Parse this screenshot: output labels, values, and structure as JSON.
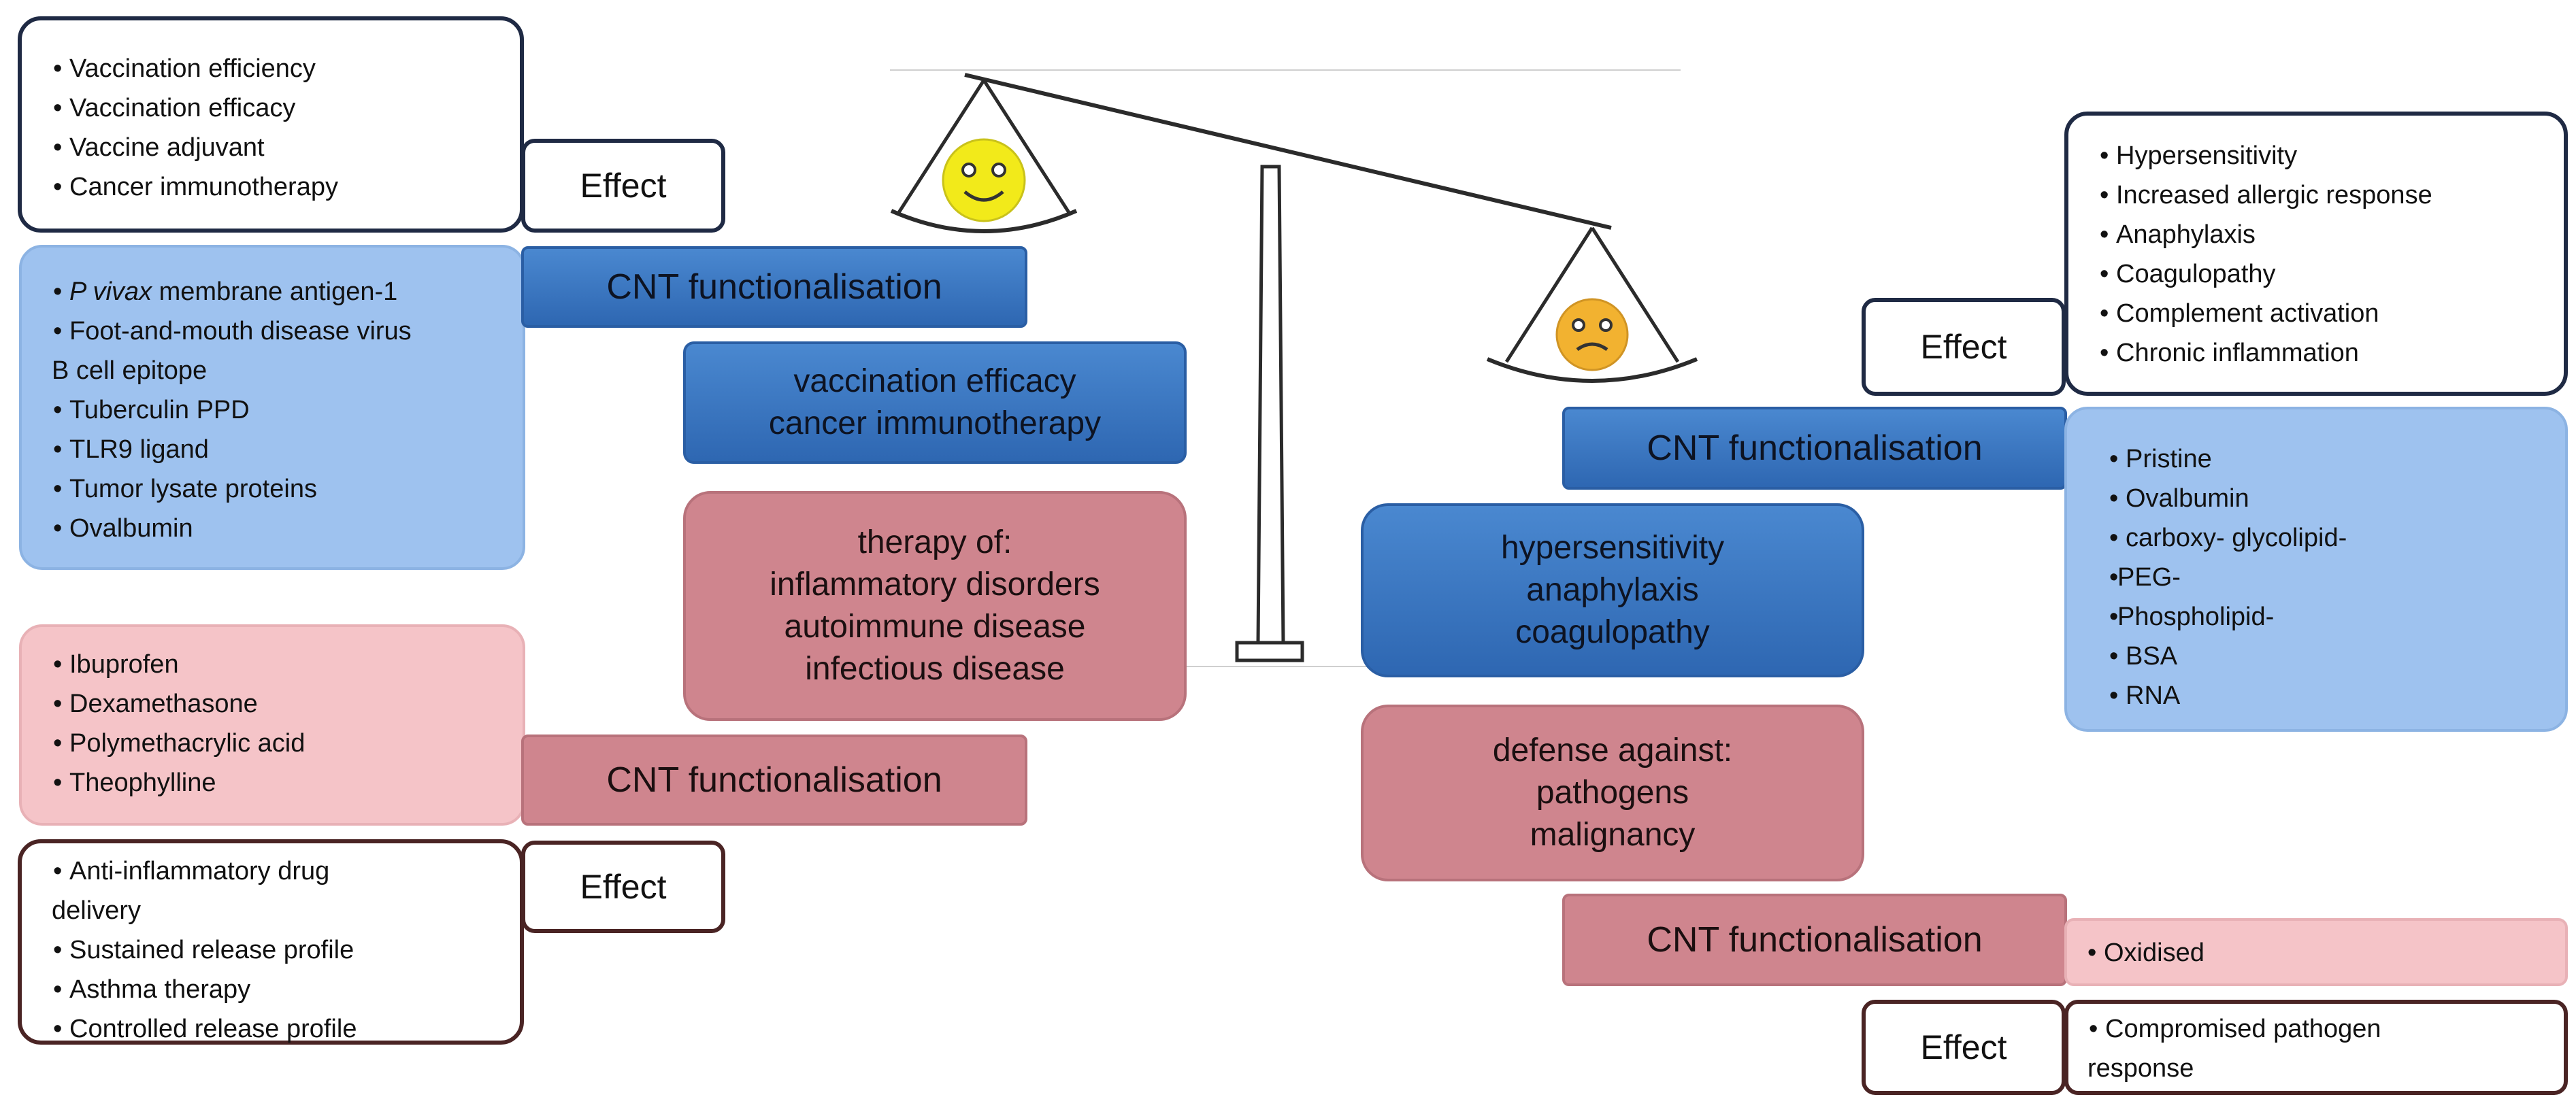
{
  "left": {
    "vaccine_effects": [
      "Vaccination efficiency",
      "Vaccination efficacy",
      "Vaccine adjuvant",
      "Cancer immunotherapy"
    ],
    "effect_label_top": "Effect",
    "antigens": [
      {
        "italic": "P vivax",
        "rest": " membrane antigen-1"
      },
      {
        "italic": "",
        "rest": "Foot-and-mouth disease virus"
      },
      {
        "italic": "",
        "rest": "B cell epitope",
        "nobullet": true
      },
      {
        "italic": "",
        "rest": "Tuberculin PPD"
      },
      {
        "italic": "",
        "rest": "TLR9 ligand"
      },
      {
        "italic": "",
        "rest": "Tumor lysate proteins"
      },
      {
        "italic": "",
        "rest": "Ovalbumin"
      }
    ],
    "cnt_blue_label": "CNT functionalisation",
    "vaccination_box": [
      "vaccination efficacy",
      "cancer immunotherapy"
    ],
    "therapy_box": [
      "therapy of:",
      "inflammatory disorders",
      "autoimmune disease",
      "infectious disease"
    ],
    "drugs": [
      "Ibuprofen",
      "Dexamethasone",
      "Polymethacrylic acid",
      "Theophylline"
    ],
    "cnt_pink_label": "CNT functionalisation",
    "effect_label_bottom": "Effect",
    "drug_effects": [
      {
        "text": "Anti-inflammatory drug"
      },
      {
        "text": "delivery",
        "nobullet": true
      },
      {
        "text": "Sustained release profile"
      },
      {
        "text": "Asthma therapy"
      },
      {
        "text": "Controlled release profile"
      }
    ]
  },
  "right": {
    "adverse_effects": [
      "Hypersensitivity",
      "Increased allergic response",
      "Anaphylaxis",
      "Coagulopathy",
      "Complement activation",
      "Chronic inflammation"
    ],
    "effect_label_top": "Effect",
    "cnt_blue_label": "CNT functionalisation",
    "functionalisations": [
      {
        "text": "Pristine",
        "tight": false
      },
      {
        "text": "Ovalbumin",
        "tight": false
      },
      {
        "text": "carboxy- glycolipid-",
        "tight": false
      },
      {
        "text": "PEG-",
        "tight": true
      },
      {
        "text": "Phospholipid-",
        "tight": true
      },
      {
        "text": "BSA",
        "tight": false
      },
      {
        "text": "RNA",
        "tight": false
      }
    ],
    "hypersensitivity_box": [
      "hypersensitivity",
      "anaphylaxis",
      "coagulopathy"
    ],
    "defense_box": [
      "defense against:",
      "pathogens",
      "malignancy"
    ],
    "cnt_pink_label": "CNT functionalisation",
    "oxidised": [
      "Oxidised"
    ],
    "effect_label_bottom": "Effect",
    "compromised": [
      {
        "text": "Compromised pathogen"
      },
      {
        "text": "response",
        "nobullet": true
      }
    ]
  },
  "colors": {
    "dark_blue_border": "#1f2a44",
    "dark_brown_border": "#4a2424",
    "light_blue": "#9ec2ef",
    "light_pink": "#f5c4c8",
    "blue_bar": "#3a77c2",
    "pink_bar": "#cf858e",
    "happy_face": "#f2ea1a",
    "sad_face": "#f2b230"
  }
}
